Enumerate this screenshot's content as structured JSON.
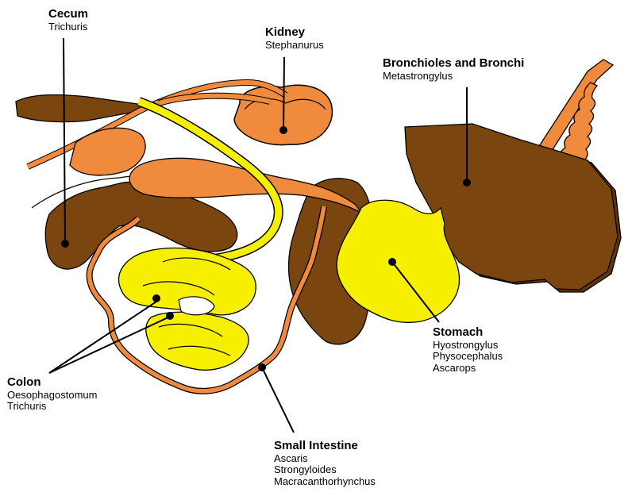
{
  "colors": {
    "organ_brown": "#7b4510",
    "intestine_orange": "#f08a3c",
    "colon_yellow": "#f7ef00",
    "outline": "#000000"
  },
  "labels": {
    "cecum": {
      "title": "Cecum",
      "parasites": [
        "Trichuris"
      ]
    },
    "kidney": {
      "title": "Kidney",
      "parasites": [
        "Stephanurus"
      ]
    },
    "bronchi": {
      "title": "Bronchioles and Bronchi",
      "parasites": [
        "Metastrongylus"
      ]
    },
    "stomach": {
      "title": "Stomach",
      "parasites": [
        "Hyostrongylus",
        "Physocephalus",
        "Ascarops"
      ]
    },
    "colon": {
      "title": "Colon",
      "parasites": [
        "Oesophagostomum",
        "Trichuris"
      ]
    },
    "small_intestine": {
      "title": "Small Intestine",
      "parasites": [
        "Ascaris",
        "Strongyloides",
        "Macracanthorhynchus"
      ]
    }
  }
}
